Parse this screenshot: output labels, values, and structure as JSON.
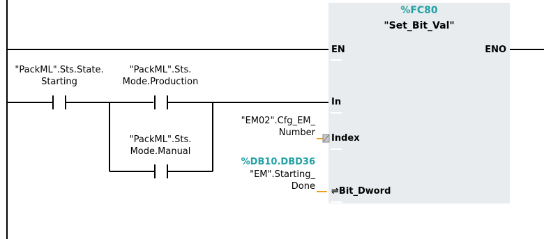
{
  "block": {
    "number": "%FC80",
    "name": "\"Set_Bit_Val\"",
    "pins": {
      "en": "EN",
      "eno": "ENO",
      "in": "In",
      "index": "Index",
      "bit_dword": "Bit_Dword"
    },
    "inout_symbol": "⇌"
  },
  "contacts": [
    {
      "line1": "\"PackML\".Sts.State.",
      "line2": "Starting"
    },
    {
      "line1": "\"PackML\".Sts.",
      "line2": "Mode.Production"
    },
    {
      "line1": "\"PackML\".Sts.",
      "line2": "Mode.Manual"
    }
  ],
  "operands": {
    "index": {
      "line1": "\"EM02\".Cfg_EM_",
      "line2": "Number"
    },
    "bit_dword": {
      "address": "%DB10.DBD36",
      "line1": "\"EM\".Starting_",
      "line2": "Done"
    }
  },
  "colors": {
    "block_fill": "#e8ecee",
    "address": "#23a1a5",
    "param_marker": "#f0a020",
    "wire": "#000000"
  }
}
